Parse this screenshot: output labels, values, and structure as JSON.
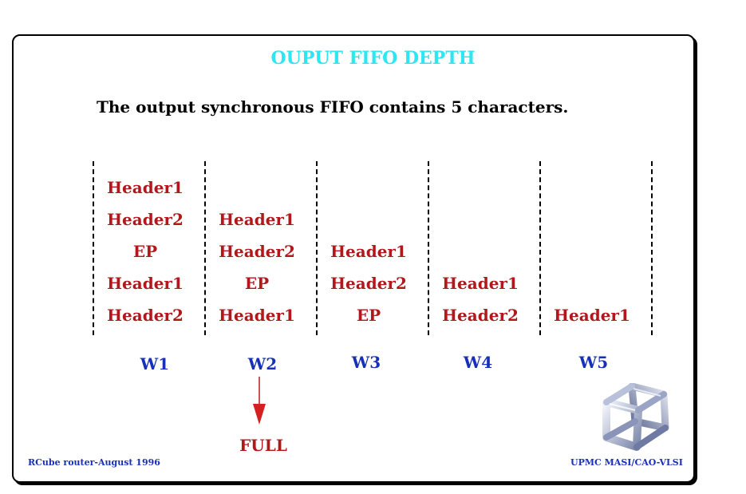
{
  "title": "OUPUT FIFO DEPTH",
  "subtitle": "The output synchronous FIFO contains 5 characters.",
  "columns": [
    {
      "label": "W1",
      "cells": [
        "Header1",
        "Header2",
        "EP",
        "Header1",
        "Header2"
      ]
    },
    {
      "label": "W2",
      "cells": [
        "",
        "Header1",
        "Header2",
        "EP",
        "Header1"
      ]
    },
    {
      "label": "W3",
      "cells": [
        "",
        "",
        "Header1",
        "Header2",
        "EP"
      ]
    },
    {
      "label": "W4",
      "cells": [
        "",
        "",
        "",
        "Header1",
        "Header2"
      ]
    },
    {
      "label": "W5",
      "cells": [
        "",
        "",
        "",
        "",
        "Header1"
      ]
    }
  ],
  "full_label": "FULL",
  "footer_left": "RCube router-August 1996",
  "footer_right": "UPMC MASI/CAO-VLSI",
  "colors": {
    "title": "#2ee6f2",
    "cell_text": "#b0181c",
    "w_label": "#1830b8",
    "arrow": "#d42020"
  },
  "logo_icon": "cube-lattice-logo"
}
